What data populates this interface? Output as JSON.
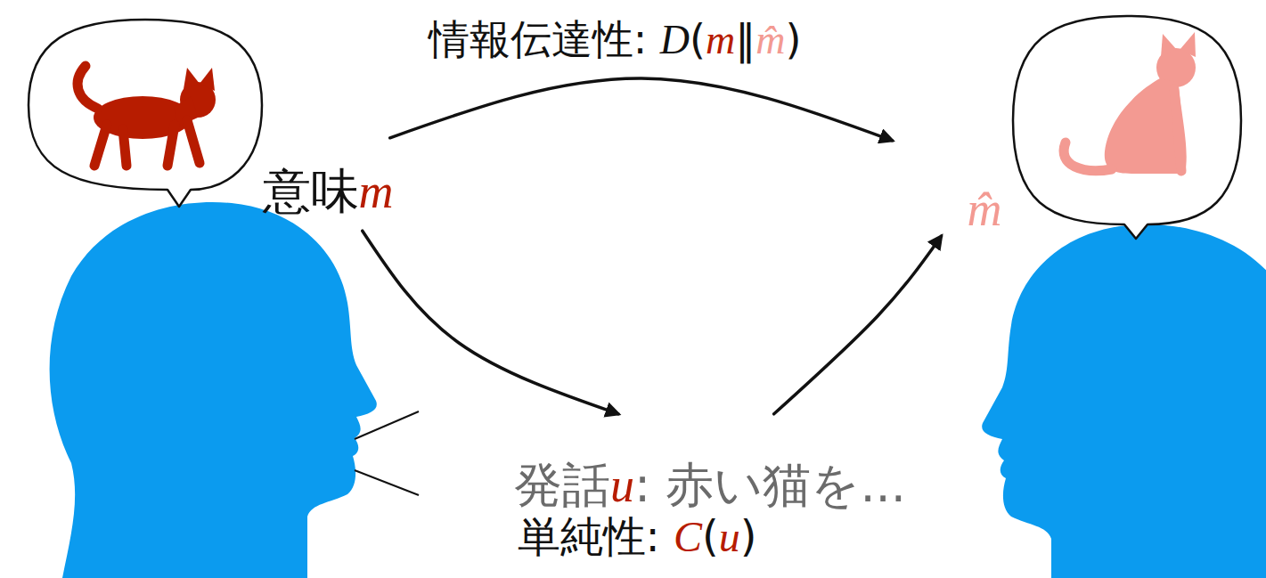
{
  "diagram": {
    "nodes": [
      {
        "text": [
          "意味m"
        ]
      },
      {
        "text": [
          "m̂"
        ]
      },
      {
        "text": [
          "発話u: 赤い猫を..."
        ]
      }
    ],
    "edges": [
      {
        "from": 0,
        "to": 1,
        "arrow": "to",
        "label": "情報伝達性: D(m‖m̂)"
      },
      {
        "from": 0,
        "to": 2,
        "arrow": "to"
      },
      {
        "from": 2,
        "to": 1,
        "arrow": "to"
      }
    ],
    "labels": [
      "単純性: C(u)"
    ]
  }
}
